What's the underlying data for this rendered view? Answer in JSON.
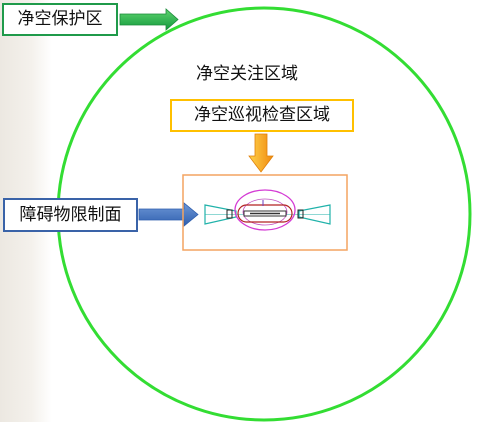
{
  "labels": {
    "clearance_protection_zone": "净空保护区",
    "clearance_attention_area": "净空关注区域",
    "clearance_patrol_area": "净空巡视检查区域",
    "obstacle_limit_surface": "障碍物限制面"
  },
  "colors": {
    "protection_circle": "#33dd33",
    "protection_box_border": "#1f9a4a",
    "patrol_box_border": "#ffc000",
    "patrol_arrow": "#f7941d",
    "limit_box_border": "#3a63a8",
    "limit_arrow": "#3f74c4",
    "green_arrow": "#22b04a",
    "inner_rect": "#f4a460",
    "inner_ellipse": "#d43bd4",
    "teal_lines": "#20b2aa"
  }
}
